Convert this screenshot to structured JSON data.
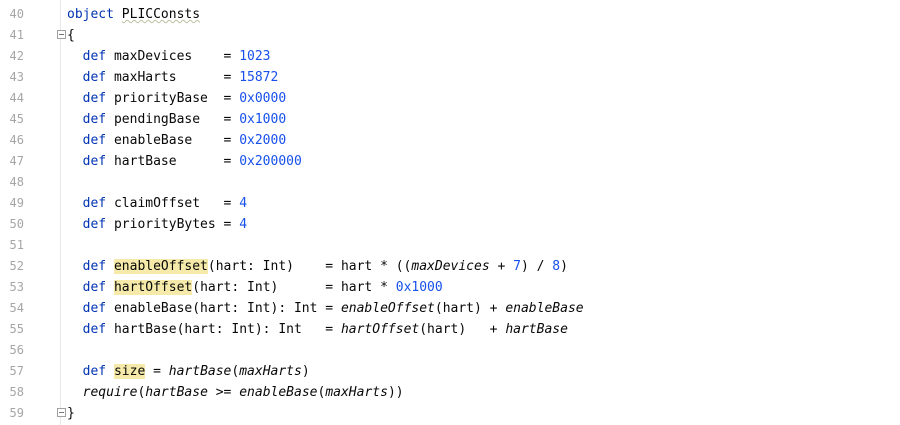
{
  "editor": {
    "lines": [
      {
        "n": "40",
        "seg": [
          [
            "kw",
            "object"
          ],
          [
            "plain",
            " "
          ],
          [
            "cls",
            "PLICConsts"
          ]
        ]
      },
      {
        "n": "41",
        "seg": [
          [
            "plain",
            "{"
          ]
        ]
      },
      {
        "n": "42",
        "seg": [
          [
            "plain",
            "  "
          ],
          [
            "kw",
            "def"
          ],
          [
            "plain",
            " maxDevices    = "
          ],
          [
            "num",
            "1023"
          ]
        ]
      },
      {
        "n": "43",
        "seg": [
          [
            "plain",
            "  "
          ],
          [
            "kw",
            "def"
          ],
          [
            "plain",
            " maxHarts      = "
          ],
          [
            "num",
            "15872"
          ]
        ]
      },
      {
        "n": "44",
        "seg": [
          [
            "plain",
            "  "
          ],
          [
            "kw",
            "def"
          ],
          [
            "plain",
            " priorityBase  = "
          ],
          [
            "num",
            "0x0000"
          ]
        ]
      },
      {
        "n": "45",
        "seg": [
          [
            "plain",
            "  "
          ],
          [
            "kw",
            "def"
          ],
          [
            "plain",
            " pendingBase   = "
          ],
          [
            "num",
            "0x1000"
          ]
        ]
      },
      {
        "n": "46",
        "seg": [
          [
            "plain",
            "  "
          ],
          [
            "kw",
            "def"
          ],
          [
            "plain",
            " enableBase    = "
          ],
          [
            "num",
            "0x2000"
          ]
        ]
      },
      {
        "n": "47",
        "seg": [
          [
            "plain",
            "  "
          ],
          [
            "kw",
            "def"
          ],
          [
            "plain",
            " hartBase      = "
          ],
          [
            "num",
            "0x200000"
          ]
        ]
      },
      {
        "n": "48",
        "seg": []
      },
      {
        "n": "49",
        "seg": [
          [
            "plain",
            "  "
          ],
          [
            "kw",
            "def"
          ],
          [
            "plain",
            " claimOffset   = "
          ],
          [
            "num",
            "4"
          ]
        ]
      },
      {
        "n": "50",
        "seg": [
          [
            "plain",
            "  "
          ],
          [
            "kw",
            "def"
          ],
          [
            "plain",
            " priorityBytes = "
          ],
          [
            "num",
            "4"
          ]
        ]
      },
      {
        "n": "51",
        "seg": []
      },
      {
        "n": "52",
        "seg": [
          [
            "plain",
            "  "
          ],
          [
            "kw",
            "def"
          ],
          [
            "plain",
            " "
          ],
          [
            "hl",
            "enableOffset"
          ],
          [
            "plain",
            "(hart: Int)    = hart * (("
          ],
          [
            "it",
            "maxDevices"
          ],
          [
            "plain",
            " + "
          ],
          [
            "num",
            "7"
          ],
          [
            "plain",
            ") / "
          ],
          [
            "num",
            "8"
          ],
          [
            "plain",
            ")"
          ]
        ]
      },
      {
        "n": "53",
        "seg": [
          [
            "plain",
            "  "
          ],
          [
            "kw",
            "def"
          ],
          [
            "plain",
            " "
          ],
          [
            "hl",
            "hartOffset"
          ],
          [
            "plain",
            "(hart: Int)      = hart * "
          ],
          [
            "num",
            "0x1000"
          ]
        ]
      },
      {
        "n": "54",
        "seg": [
          [
            "plain",
            "  "
          ],
          [
            "kw",
            "def"
          ],
          [
            "plain",
            " enableBase(hart: Int): Int = "
          ],
          [
            "it",
            "enableOffset"
          ],
          [
            "plain",
            "(hart) + "
          ],
          [
            "it",
            "enableBase"
          ]
        ]
      },
      {
        "n": "55",
        "seg": [
          [
            "plain",
            "  "
          ],
          [
            "kw",
            "def"
          ],
          [
            "plain",
            " hartBase(hart: Int): Int   = "
          ],
          [
            "it",
            "hartOffset"
          ],
          [
            "plain",
            "(hart)   + "
          ],
          [
            "it",
            "hartBase"
          ]
        ]
      },
      {
        "n": "56",
        "seg": []
      },
      {
        "n": "57",
        "seg": [
          [
            "plain",
            "  "
          ],
          [
            "kw",
            "def"
          ],
          [
            "plain",
            " "
          ],
          [
            "hl",
            "size"
          ],
          [
            "plain",
            " = "
          ],
          [
            "it",
            "hartBase"
          ],
          [
            "plain",
            "("
          ],
          [
            "it",
            "maxHarts"
          ],
          [
            "plain",
            ")"
          ]
        ]
      },
      {
        "n": "58",
        "seg": [
          [
            "plain",
            "  "
          ],
          [
            "it",
            "require"
          ],
          [
            "plain",
            "("
          ],
          [
            "it",
            "hartBase"
          ],
          [
            "plain",
            " >= "
          ],
          [
            "it",
            "enableBase"
          ],
          [
            "plain",
            "("
          ],
          [
            "it",
            "maxHarts"
          ],
          [
            "plain",
            "))"
          ]
        ]
      },
      {
        "n": "59",
        "seg": [
          [
            "plain",
            "}"
          ]
        ]
      }
    ],
    "folds": [
      "41",
      "59"
    ]
  }
}
